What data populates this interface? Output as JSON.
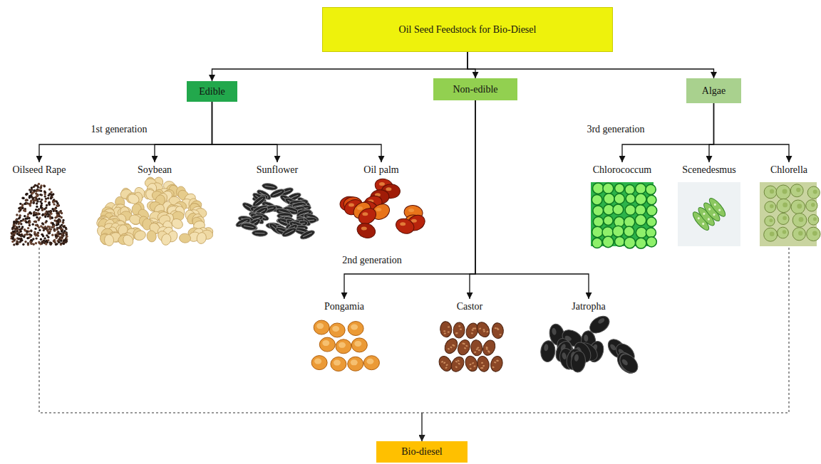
{
  "diagram": {
    "nodes": [
      {
        "text": [
          "Oil Seed Feedstock for Bio-Diesel"
        ]
      },
      {
        "text": [
          "Edible"
        ]
      },
      {
        "text": [
          "Non-edible"
        ]
      },
      {
        "text": [
          "Algae"
        ]
      },
      {
        "text": [
          "Oilseed Rape"
        ]
      },
      {
        "text": [
          "Soybean"
        ]
      },
      {
        "text": [
          "Sunflower"
        ]
      },
      {
        "text": [
          "Oil palm"
        ]
      },
      {
        "text": [
          "Chlorococcum"
        ]
      },
      {
        "text": [
          "Scenedesmus"
        ]
      },
      {
        "text": [
          "Chlorella"
        ]
      },
      {
        "text": [
          "Pongamia"
        ]
      },
      {
        "text": [
          "Castor"
        ]
      },
      {
        "text": [
          "Jatropha"
        ]
      },
      {
        "text": [
          "Bio-diesel"
        ]
      }
    ],
    "edges": [
      {
        "from": 0,
        "to": 1,
        "arrow": "to"
      },
      {
        "from": 0,
        "to": 2,
        "arrow": "to"
      },
      {
        "from": 0,
        "to": 3,
        "arrow": "to"
      },
      {
        "from": 1,
        "to": 4,
        "arrow": "to"
      },
      {
        "from": 1,
        "to": 5,
        "arrow": "to"
      },
      {
        "from": 1,
        "to": 6,
        "arrow": "to"
      },
      {
        "from": 1,
        "to": 7,
        "arrow": "to"
      },
      {
        "from": 3,
        "to": 8,
        "arrow": "to"
      },
      {
        "from": 3,
        "to": 9,
        "arrow": "to"
      },
      {
        "from": 3,
        "to": 10,
        "arrow": "to"
      },
      {
        "from": 2,
        "to": 11,
        "arrow": "to"
      },
      {
        "from": 2,
        "to": 12,
        "arrow": "to"
      },
      {
        "from": 2,
        "to": 13,
        "arrow": "to"
      },
      {
        "from": 4,
        "to": 14,
        "arrow": "to"
      },
      {
        "from": 10,
        "to": 14,
        "arrow": "to"
      }
    ],
    "labels": [
      "1st generation",
      "2nd generation",
      "3rd generation"
    ]
  }
}
